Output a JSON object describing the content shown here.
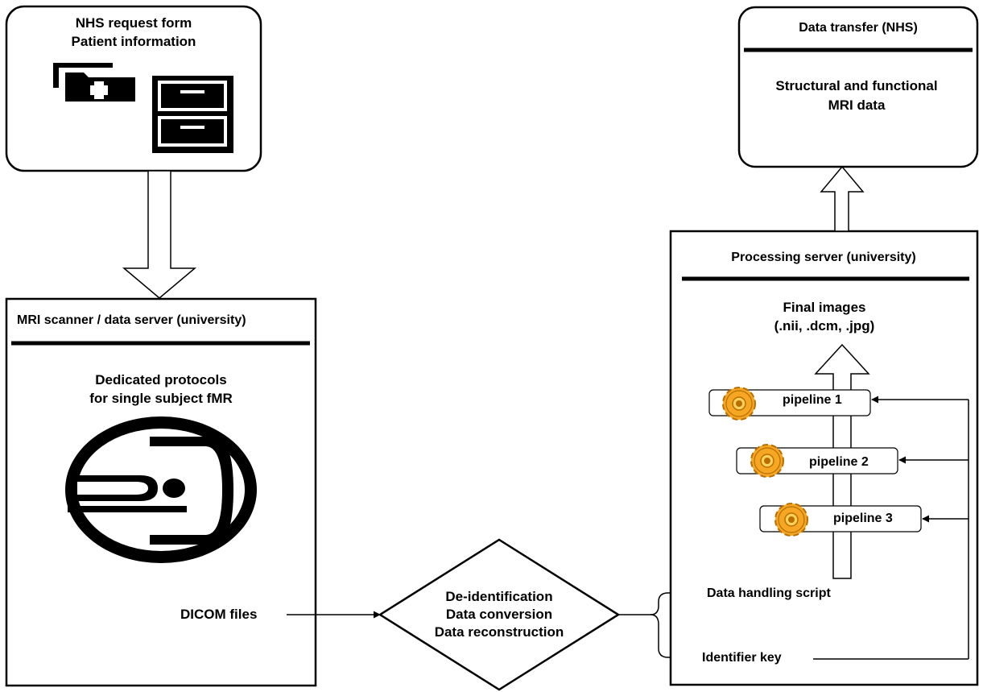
{
  "nhs_request": {
    "line1": "NHS request form",
    "line2": "Patient information"
  },
  "mri_scanner": {
    "title": "MRI scanner / data server (university)",
    "protocols_line1": "Dedicated protocols",
    "protocols_line2": "for single subject fMR",
    "dicom_label": "DICOM files"
  },
  "process_diamond": {
    "line1": "De-identification",
    "line2": "Data conversion",
    "line3": "Data reconstruction"
  },
  "processing_server": {
    "title": "Processing server (university)",
    "final_line1": "Final images",
    "final_line2": "(.nii, .dcm, .jpg)",
    "pipelines": [
      "pipeline 1",
      "pipeline 2",
      "pipeline 3"
    ],
    "data_handling": "Data handling script",
    "identifier_key": "Identifier key"
  },
  "data_transfer": {
    "title": "Data transfer (NHS)",
    "line1": "Structural and functional",
    "line2": "MRI data"
  },
  "colors": {
    "gear_fill": "#f5a623",
    "gear_stroke": "#b86e00",
    "gear_hub": "#fbd15b"
  }
}
